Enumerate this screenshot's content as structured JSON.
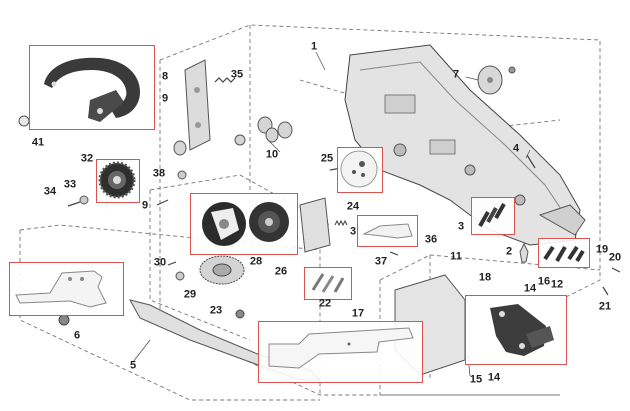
{
  "diagram": {
    "callouts": [
      "1",
      "2",
      "3",
      "3",
      "4",
      "5",
      "6",
      "7",
      "8",
      "9",
      "9",
      "10",
      "11",
      "12",
      "14",
      "14",
      "15",
      "16",
      "17",
      "18",
      "19",
      "20",
      "21",
      "22",
      "23",
      "24",
      "25",
      "26",
      "28",
      "29",
      "30",
      "32",
      "33",
      "34",
      "35",
      "36",
      "37",
      "38",
      "41"
    ],
    "insets": [
      "hook-bracket-part-photo",
      "gear-pulley-photo",
      "sprocket-pair-photo",
      "pins-photo-small",
      "round-plate-photo",
      "lever-plate-photo",
      "bent-plate-photo",
      "long-plate-photo",
      "pins-photo-right",
      "pins-photo-right-2",
      "angled-plate-photo"
    ],
    "colors": {
      "inset_border": "#d9534f",
      "dashed_lines": "#777777",
      "part_fill": "#bdbdbd",
      "part_dark": "#333333"
    }
  }
}
